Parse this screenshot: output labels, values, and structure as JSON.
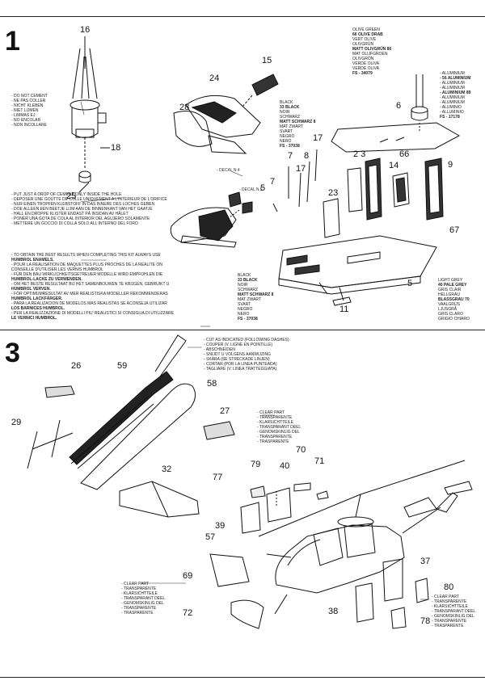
{
  "steps": {
    "one": "1",
    "three": "3"
  },
  "step1": {
    "cement_warning": [
      "- DO NOT CEMENT",
      "- NE PAS COLLER",
      "- NICHT KLEBEN",
      "- NIET LIJMEN",
      "- LIMMAS EJ",
      "- NO ENCOLAR",
      "- NON INCOLLARE"
    ],
    "one_drop_note": [
      "- PUT JUST A DROP OF CEMENT ONLY INSIDE THE HOLE",
      "- DEPOSER UNE GOUTTE DE COLLE UNIQUEMENT A L'INTERIEUR DE L'ORIFICE",
      "- NUR EINEN TROPFEN KLEBSTOFF IN DAS INNERE DES LOCHES GEBEN",
      "- DOE ALLEEN EEN BEETJE LIJM AAN DE BINNENKANT VAN HET GAATJE",
      "- HALL EN DROPPE KLISTER ENDAST PÅ INSIDAN AV HÅLET",
      "- PONER UNA GOTA DE COLA AL INTERIOR DEL AGUJERO SOLAMENTE",
      "- METTERE UN GOCCIO DI COLLA SOLO ALL INTERNO DEL FORO"
    ],
    "humbrol_note": [
      {
        "text": "- TO OBTAIN THE BEST RESULTS WHEN COMPLETING THIS KIT ALWAYS USE",
        "bold": false
      },
      {
        "text": "HUMBROL ENAMELS.",
        "bold": true
      },
      {
        "text": "- POUR LA REALISATION DE MAQUETTES PLUS PROCHES DE LA REALITE ON",
        "bold": false
      },
      {
        "text": "CONSEILLE D'UTILISER LES VERNIS HUMBROL",
        "bold": false
      },
      {
        "text": "- FÜR DEN BAU WIRKLICHKEITSGETREUER MODELLE WIRD EMPFOHLEN DIE",
        "bold": false
      },
      {
        "text": "HUMBROL-LACKE ZU VERWENDEN.",
        "bold": true
      },
      {
        "text": "- OM HET BESTE RESULTAAT BIJ HET SAMENBOUWEN TE KRIJGEN, GEBRUIKT U",
        "bold": false
      },
      {
        "text": "HUMBROL VERVEN.",
        "bold": true
      },
      {
        "text": "- FÖR OPTIMUMRESULTAT AV MER REALISTISKA MODELLER REKOMMENDERAS",
        "bold": false
      },
      {
        "text": "HUMBROL LACKFÄRGER.",
        "bold": true
      },
      {
        "text": "- PARA LA REALIZACION DE MODELOS MAS REALISTAS SE ACONSEJA UTILIZAR",
        "bold": false
      },
      {
        "text": "LOS BARNICES HUMBROL.",
        "bold": true
      },
      {
        "text": "- PER LA REALIZZAZIONE DI MODELLI PIU' REALISTICI SI CONSIGLIA DI UTILIZZARE",
        "bold": false
      },
      {
        "text": "LE VERNICI HUMBROL.",
        "bold": true
      }
    ],
    "black_block_top": [
      {
        "text": "BLACK",
        "bold": false
      },
      {
        "text": "33 BLACK",
        "bold": true
      },
      {
        "text": "NOIR",
        "bold": false
      },
      {
        "text": "SCHWARZ",
        "bold": false
      },
      {
        "text": "MATT SCHWARZ 8",
        "bold": true
      },
      {
        "text": "MAT ZWART",
        "bold": false
      },
      {
        "text": "SVART",
        "bold": false
      },
      {
        "text": "NEGRO",
        "bold": false
      },
      {
        "text": "NERO",
        "bold": false
      },
      {
        "text": "FS - 37038",
        "bold": true
      }
    ],
    "black_block_bottom": [
      {
        "text": "BLACK",
        "bold": false
      },
      {
        "text": "33 BLACK",
        "bold": true
      },
      {
        "text": "NOIR",
        "bold": false
      },
      {
        "text": "SCHWARZ",
        "bold": false
      },
      {
        "text": "MATT SCHWARZ 8",
        "bold": true
      },
      {
        "text": "MAT ZWART",
        "bold": false
      },
      {
        "text": "SVART",
        "bold": false
      },
      {
        "text": "NEGRO",
        "bold": false
      },
      {
        "text": "NERO",
        "bold": false
      },
      {
        "text": "FS - 37038",
        "bold": true
      }
    ],
    "olive_block": [
      {
        "text": "OLIVE GREEN",
        "bold": false
      },
      {
        "text": "66 OLIVE DRAB",
        "bold": true
      },
      {
        "text": "VERT OLIVE",
        "bold": false
      },
      {
        "text": "OLIVGRÜN",
        "bold": false
      },
      {
        "text": "MATT OLIVGRÜN 86",
        "bold": true
      },
      {
        "text": "MAT OLIJFGROEN",
        "bold": false
      },
      {
        "text": "OLIVGRÖN",
        "bold": false
      },
      {
        "text": "VERDE OLIVA",
        "bold": false
      },
      {
        "text": "VERDE OLIVA",
        "bold": false
      },
      {
        "text": "FS - 34079",
        "bold": true
      }
    ],
    "aluminium_block": [
      {
        "text": "- ALUMINIUM",
        "bold": false
      },
      {
        "text": "- 56 ALUMINIUM",
        "bold": true
      },
      {
        "text": "- ALUMINIUM",
        "bold": false
      },
      {
        "text": "- ALUMINIUM",
        "bold": false
      },
      {
        "text": "- ALUMINIUM 89",
        "bold": true
      },
      {
        "text": "- ALUMINIUM",
        "bold": false
      },
      {
        "text": "- ALUMINIUM",
        "bold": false
      },
      {
        "text": "- ALUMINIO",
        "bold": false
      },
      {
        "text": "- ALLUMINIO",
        "bold": false
      },
      {
        "text": "FS - 17178",
        "bold": true
      }
    ],
    "grey_block": [
      {
        "text": "LIGHT GREY",
        "bold": false
      },
      {
        "text": "40 PALE GREY",
        "bold": true
      },
      {
        "text": "GRIS CLAIR",
        "bold": false
      },
      {
        "text": "HELLGRAU",
        "bold": false
      },
      {
        "text": "BLASSGRAU 70",
        "bold": true
      },
      {
        "text": "VAALGRIJS",
        "bold": false
      },
      {
        "text": "LJUSGRÅ",
        "bold": false
      },
      {
        "text": "GRIS CLARO",
        "bold": false
      },
      {
        "text": "GRIGIO CHIARO",
        "bold": false
      }
    ],
    "decal_a": "- DECAL N 4",
    "decal_b": "- DECAL N 5",
    "part_numbers": {
      "p16": "16",
      "p18": "18",
      "p25": "25",
      "p15": "15",
      "p24": "24",
      "p28": "28",
      "p17a": "17",
      "p7a": "7",
      "p8": "8",
      "p17b": "17",
      "p7b": "7",
      "p5a": "5",
      "p23a": "23",
      "p23b": "2 3",
      "p66": "66",
      "p14": "14",
      "p9": "9",
      "p6": "6",
      "p67": "67",
      "p5b": "5",
      "p11": "11"
    }
  },
  "step3": {
    "cut_note": [
      "- CUT AS INDICATED (FOLLOWING DASHES)",
      "- COUPER (V. LIGNE EN POINTILLE)",
      "- ABSCHNEIDEN",
      "- SNIJDT U VOLGENS AANWIJZING",
      "- SKÄRA (SE STRECKADE LINJEN)",
      "- CORTAR (POR LA LINEA PUNTEADA)",
      "- TAGLIARE (V. LINEA TRATTEGGIATA)"
    ],
    "clear_top": [
      "- CLEAR PART",
      "- TRANSPARENTE",
      "- KLARSICHTTEILE",
      "- TRANSPARANT DEEL",
      "- GENOMSKINLIG DEL",
      "- TRANSPARENTE",
      "- TRASPARENTE"
    ],
    "clear_left": [
      "- CLEAR PART",
      "- TRANSPARENTE",
      "- KLARSICHTTEILE",
      "- TRANSPARANT DEEL",
      "- GENOMSKINLIG DEL",
      "- TRANSPARENTE",
      "- TRASPARENTE"
    ],
    "clear_right": [
      "- CLEAR PART",
      "- TRANSPARENTE",
      "- KLARSICHTTEILE",
      "- TRANSPARANT DEEL",
      "- GENOMSKINLIG DEL",
      "- TRANSPARENTE",
      "- TRASPARENTE"
    ],
    "part_numbers": {
      "p26": "26",
      "p59": "59",
      "p58": "58",
      "p27": "27",
      "p29": "29",
      "p32": "32",
      "p79": "79",
      "p40": "40",
      "p70": "70",
      "p71": "71",
      "p77": "77",
      "p39": "39",
      "p57": "57",
      "p69": "69",
      "p72": "72",
      "p37": "37",
      "p80": "80",
      "p38": "38",
      "p78": "78"
    }
  }
}
